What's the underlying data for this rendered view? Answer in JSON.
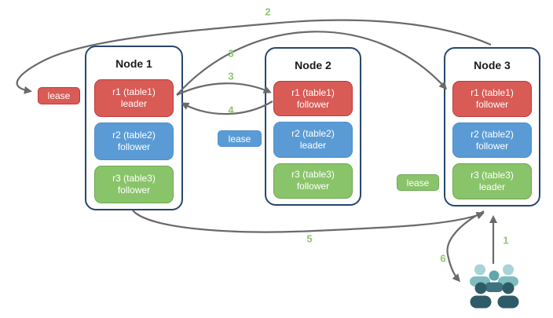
{
  "diagram": {
    "nodes": [
      {
        "title": "Node 1",
        "replicas": [
          {
            "name": "r1 (table1)",
            "role": "leader",
            "tone": "red"
          },
          {
            "name": "r2 (table2)",
            "role": "follower",
            "tone": "blue"
          },
          {
            "name": "r3 (table3)",
            "role": "follower",
            "tone": "green"
          }
        ]
      },
      {
        "title": "Node 2",
        "replicas": [
          {
            "name": "r1 (table1)",
            "role": "follower",
            "tone": "red"
          },
          {
            "name": "r2 (table2)",
            "role": "leader",
            "tone": "blue"
          },
          {
            "name": "r3 (table3)",
            "role": "follower",
            "tone": "green"
          }
        ]
      },
      {
        "title": "Node 3",
        "replicas": [
          {
            "name": "r1 (table1)",
            "role": "follower",
            "tone": "red"
          },
          {
            "name": "r2 (table2)",
            "role": "follower",
            "tone": "blue"
          },
          {
            "name": "r3 (table3)",
            "role": "leader",
            "tone": "green"
          }
        ]
      }
    ],
    "leases": [
      {
        "label": "lease",
        "tone": "red"
      },
      {
        "label": "lease",
        "tone": "blue"
      },
      {
        "label": "lease",
        "tone": "green"
      }
    ],
    "steps": {
      "s1": "1",
      "s2": "2",
      "s3_remote": "3",
      "s3_local": "3",
      "s4": "4",
      "s5": "5",
      "s6": "6"
    },
    "icons": {
      "users": "users-group-icon"
    },
    "palette": {
      "red": "#D95B56",
      "red_border": "#C0393B",
      "blue": "#5B9BD5",
      "blue_border": "#4D8FCC",
      "green": "#8AC46A",
      "green_border": "#6CA84F",
      "node_border": "#27466F",
      "arrow": "#6A6A6A",
      "step_label": "#8CC56E",
      "replica_text": "#FFFFFF",
      "users_teal_light": "#A6D4D7",
      "users_teal": "#7FBCC0",
      "users_teal_dark": "#3E7280",
      "users_slate": "#2E5B68"
    }
  }
}
